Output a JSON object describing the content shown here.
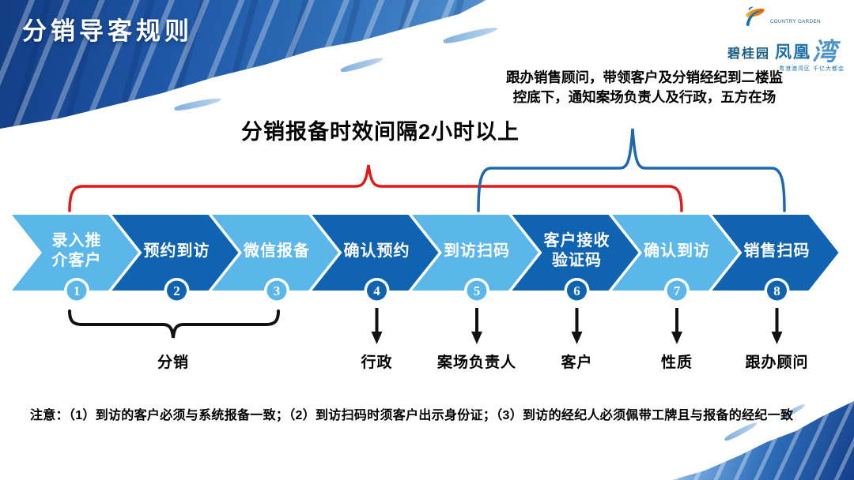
{
  "slide": {
    "title": "分销导客规则"
  },
  "logo": {
    "brand": "碧桂园",
    "brand_sub": "COUNTRY GARDEN",
    "product": "凤凰",
    "product_suffix": "湾",
    "tagline": "粤港澳湾区 千亿大都会"
  },
  "annotations": {
    "follow_note": "跟办销售顾问，带领客户及分销经纪到二楼监\n控底下，通知案场负责人及行政，五方在场",
    "interval_note": "分销报备时效间隔2小时以上"
  },
  "flow": {
    "steps": [
      {
        "num": "1",
        "label": "录入推\n介客户",
        "color": "#5bb7ea"
      },
      {
        "num": "2",
        "label": "预约到访",
        "color": "#0f63b0"
      },
      {
        "num": "3",
        "label": "微信报备",
        "color": "#5bb7ea"
      },
      {
        "num": "4",
        "label": "确认预约",
        "color": "#0f63b0"
      },
      {
        "num": "5",
        "label": "到访扫码",
        "color": "#5bb7ea"
      },
      {
        "num": "6",
        "label": "客户接收\n验证码",
        "color": "#0f63b0"
      },
      {
        "num": "7",
        "label": "确认到访",
        "color": "#5bb7ea"
      },
      {
        "num": "8",
        "label": "销售扫码",
        "color": "#0f63b0"
      }
    ]
  },
  "responsibles": {
    "brace_label": "分销",
    "items": [
      "行政",
      "案场负责人",
      "客户",
      "性质",
      "跟办顾问"
    ]
  },
  "footnote": "注意：（1）到访的客户必须与系统报备一致；（2）到访扫码时须客户出示身份证；（3）到访的经纪人必须佩带工牌且与报备的经纪一致",
  "colors": {
    "light_blue": "#5bb7ea",
    "dark_blue": "#0f63b0",
    "red_brace": "#e01a1a",
    "blue_brace": "#1e68b2"
  }
}
